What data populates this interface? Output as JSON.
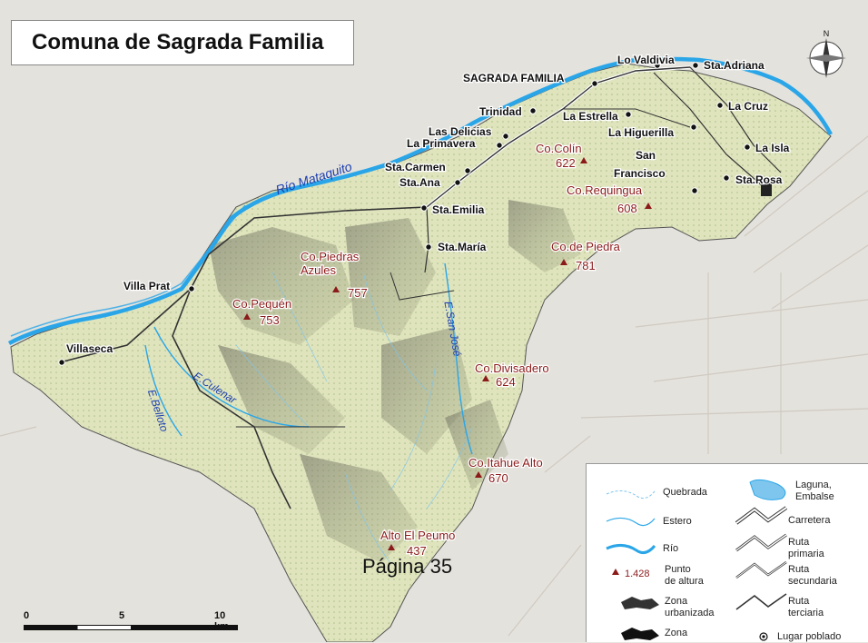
{
  "title": "Comuna de Sagrada Familia",
  "page_label": "Página 35",
  "localities": [
    {
      "name": "Lo Valdivia"
    },
    {
      "name": "Sta.Adriana"
    },
    {
      "name": "SAGRADA FAMILIA"
    },
    {
      "name": "Trinidad"
    },
    {
      "name": "La Cruz"
    },
    {
      "name": "Las Delicias"
    },
    {
      "name": "La Estrella"
    },
    {
      "name": "La Primavera"
    },
    {
      "name": "La Higuerilla"
    },
    {
      "name": "La Isla"
    },
    {
      "name": "San"
    },
    {
      "name": "Francisco"
    },
    {
      "name": "Sta.Carmen"
    },
    {
      "name": "Sta.Ana"
    },
    {
      "name": "Sta.Rosa"
    },
    {
      "name": "Sta.Emilia"
    },
    {
      "name": "Sta.María"
    },
    {
      "name": "Villa Prat"
    },
    {
      "name": "Villaseca"
    }
  ],
  "peaks": [
    {
      "name": "Co.Colín",
      "elevation": "622"
    },
    {
      "name": "Co.Requingua",
      "elevation": "608"
    },
    {
      "name": "Co.de Piedra",
      "elevation": "781"
    },
    {
      "name": "Co.Piedras",
      "name2": "Azules",
      "elevation": "757"
    },
    {
      "name": "Co.Pequén",
      "elevation": "753"
    },
    {
      "name": "Co.Divisadero",
      "elevation": "624"
    },
    {
      "name": "Co.Itahue Alto",
      "elevation": "670"
    },
    {
      "name": "Alto El Peumo",
      "elevation": "437"
    }
  ],
  "waterways": {
    "river": "Río Mataquito",
    "estero_san_jose": "E.San José",
    "estero_culenar": "E.Culenar",
    "estero_belloto": "E.Belloto"
  },
  "scale": {
    "zero": "0",
    "mid": "5",
    "end": "10 km"
  },
  "legend": {
    "quebrada": "Quebrada",
    "estero": "Estero",
    "rio": "Río",
    "punto_value": "1.428",
    "punto_label1": "Punto",
    "punto_label2": "de altura",
    "zona_urb1": "Zona",
    "zona_urb2": "urbanizada",
    "zona_ind": "Zona",
    "laguna1": "Laguna,",
    "laguna2": "Embalse",
    "carretera": "Carretera",
    "ruta_p1": "Ruta",
    "ruta_p2": "primaria",
    "ruta_s1": "Ruta",
    "ruta_s2": "secundaria",
    "ruta_t1": "Ruta",
    "ruta_t2": "terciaria",
    "lugar": "Lugar poblado"
  },
  "colors": {
    "river": "#2aa6e8",
    "terrain": "#dfe4b8",
    "peak_text": "#8b1a1a",
    "background": "#e6e4de"
  }
}
